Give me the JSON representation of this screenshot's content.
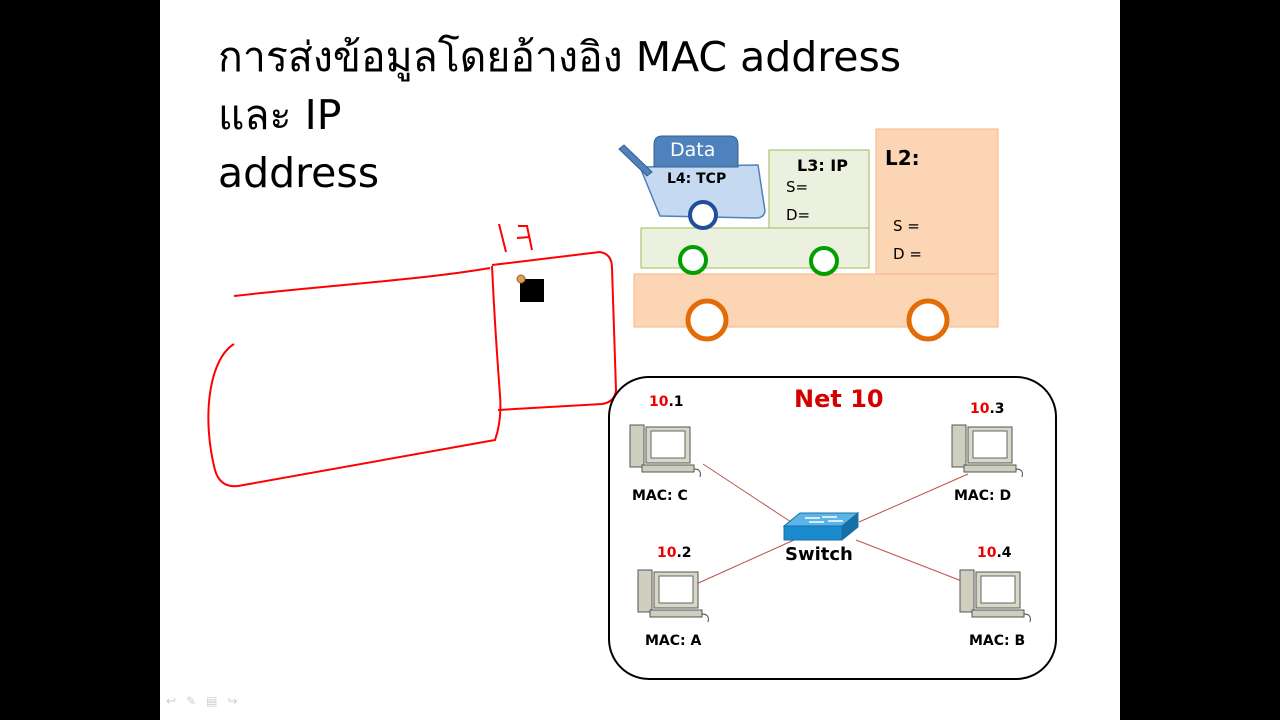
{
  "slide": {
    "title_line1": "การส่งข้อมูลโดยอ้างอิง MAC address และ IP",
    "title_line2": "address"
  },
  "packet": {
    "data_label": "Data",
    "l4_label": "L4: TCP",
    "l3_label": "L3: IP",
    "l3_src": "S=",
    "l3_dst": "D=",
    "l2_label": "L2:",
    "l2_src": "S =",
    "l2_dst": "D ="
  },
  "network": {
    "title": "Net 10",
    "switch_label": "Switch",
    "hosts": [
      {
        "prefix": "10",
        "suffix": ".1",
        "mac": "MAC: C"
      },
      {
        "prefix": "10",
        "suffix": ".3",
        "mac": "MAC: D"
      },
      {
        "prefix": "10",
        "suffix": ".2",
        "mac": "MAC: A"
      },
      {
        "prefix": "10",
        "suffix": ".4",
        "mac": "MAC: B"
      }
    ]
  },
  "colors": {
    "packet_blue": "#4f81bd",
    "packet_light_blue": "#c5d9f1",
    "l3_green": "#ebf1de",
    "l3_green_border": "#9bbb59",
    "l2_orange": "#fcd5b4",
    "wheel_orange": "#e36c09",
    "wheel_green": "#00a000",
    "accent_red": "#e00000",
    "annotation_red": "#ff0000"
  },
  "icons": {
    "nav_back": "arrow-left-icon",
    "nav_pen": "pen-icon",
    "nav_menu": "menu-icon",
    "nav_forward": "arrow-right-icon"
  }
}
